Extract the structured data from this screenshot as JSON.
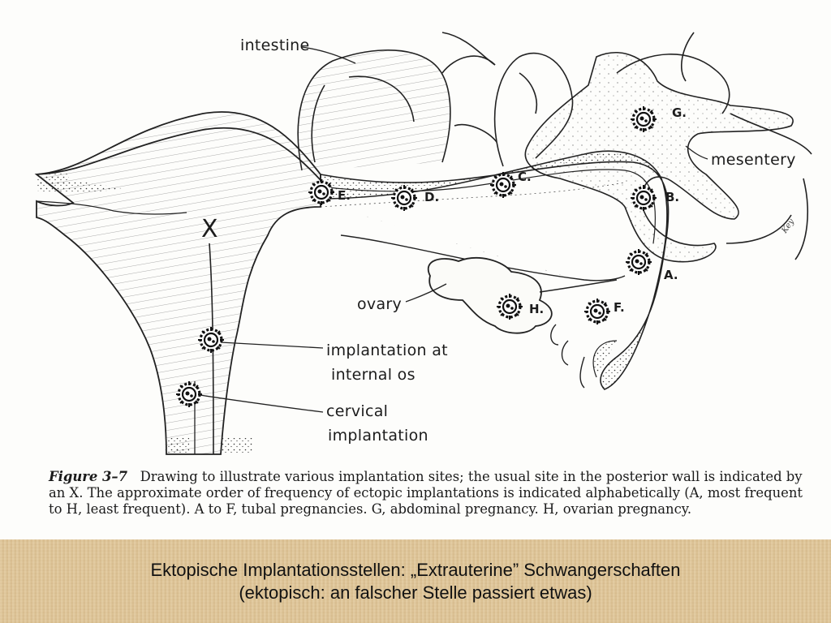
{
  "colors": {
    "ink": "#1c1c1c",
    "paper": "#fdfdfb",
    "banner": "#e0c79a"
  },
  "diagram": {
    "labels": {
      "intestine": "intestine",
      "mesentery": "mesentery",
      "ovary": "ovary",
      "implantation_line1": "implantation at",
      "implantation_line2": "internal os",
      "cervical_line1": "cervical",
      "cervical_line2": "implantation",
      "usual_site": "X",
      "signature": "Key"
    },
    "sites": {
      "A": "A.",
      "B": "B.",
      "C": "C.",
      "D": "D.",
      "E": "E.",
      "F": "F.",
      "G": "G.",
      "H": "H."
    }
  },
  "caption": {
    "figure_number": "Figure 3–7",
    "text": "Drawing to illustrate various implantation sites; the usual site in the posterior wall is indicated by an X. The approximate order of frequency of ectopic implantations is indicated alphabetically (A, most frequent to H, least frequent). A to F, tubal pregnancies. G, abdominal pregnancy. H, ovarian pregnancy."
  },
  "banner": {
    "line1": "Ektopische Implantationsstellen: „Extrauterine” Schwangerschaften",
    "line2": "(ektopisch: an falscher Stelle passiert etwas)"
  }
}
